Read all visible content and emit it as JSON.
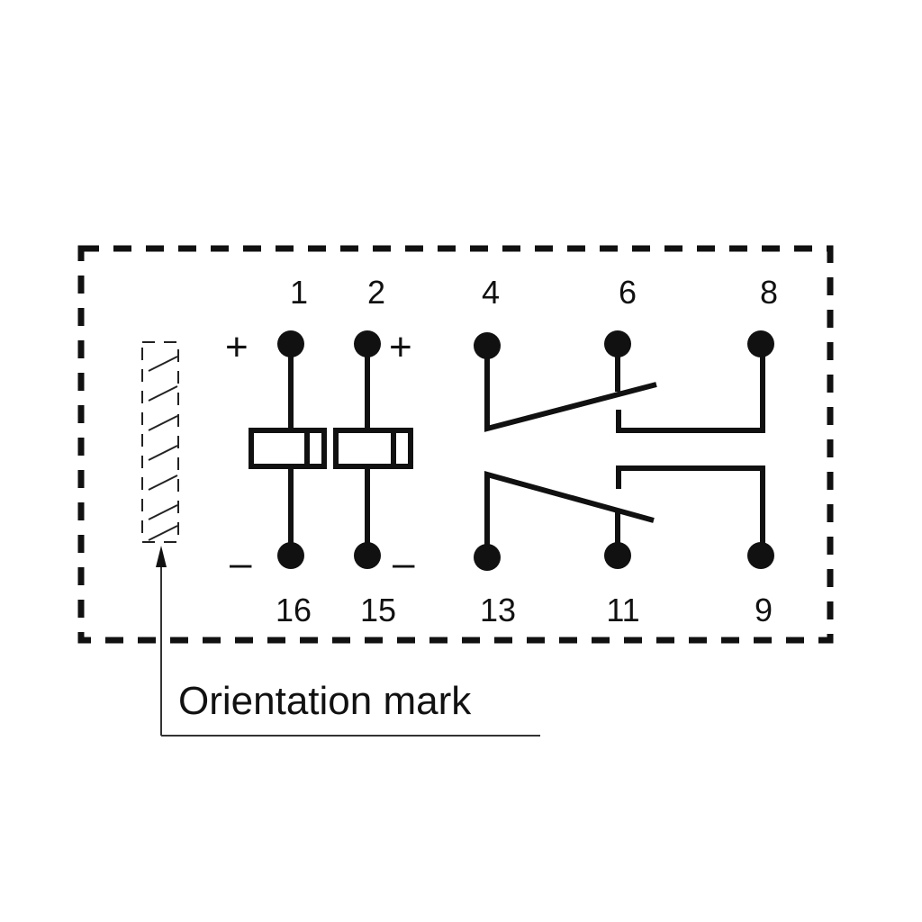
{
  "diagram": {
    "type": "relay pinout",
    "pins_top": [
      "1",
      "2",
      "4",
      "6",
      "8"
    ],
    "pins_bottom": [
      "16",
      "15",
      "13",
      "11",
      "9"
    ],
    "polarity": {
      "pin1": "+",
      "pin2": "+",
      "pin16": "–",
      "pin15": "–"
    },
    "callout": "Orientation mark",
    "colors": {
      "ink": "#111111",
      "background": "#ffffff"
    }
  }
}
